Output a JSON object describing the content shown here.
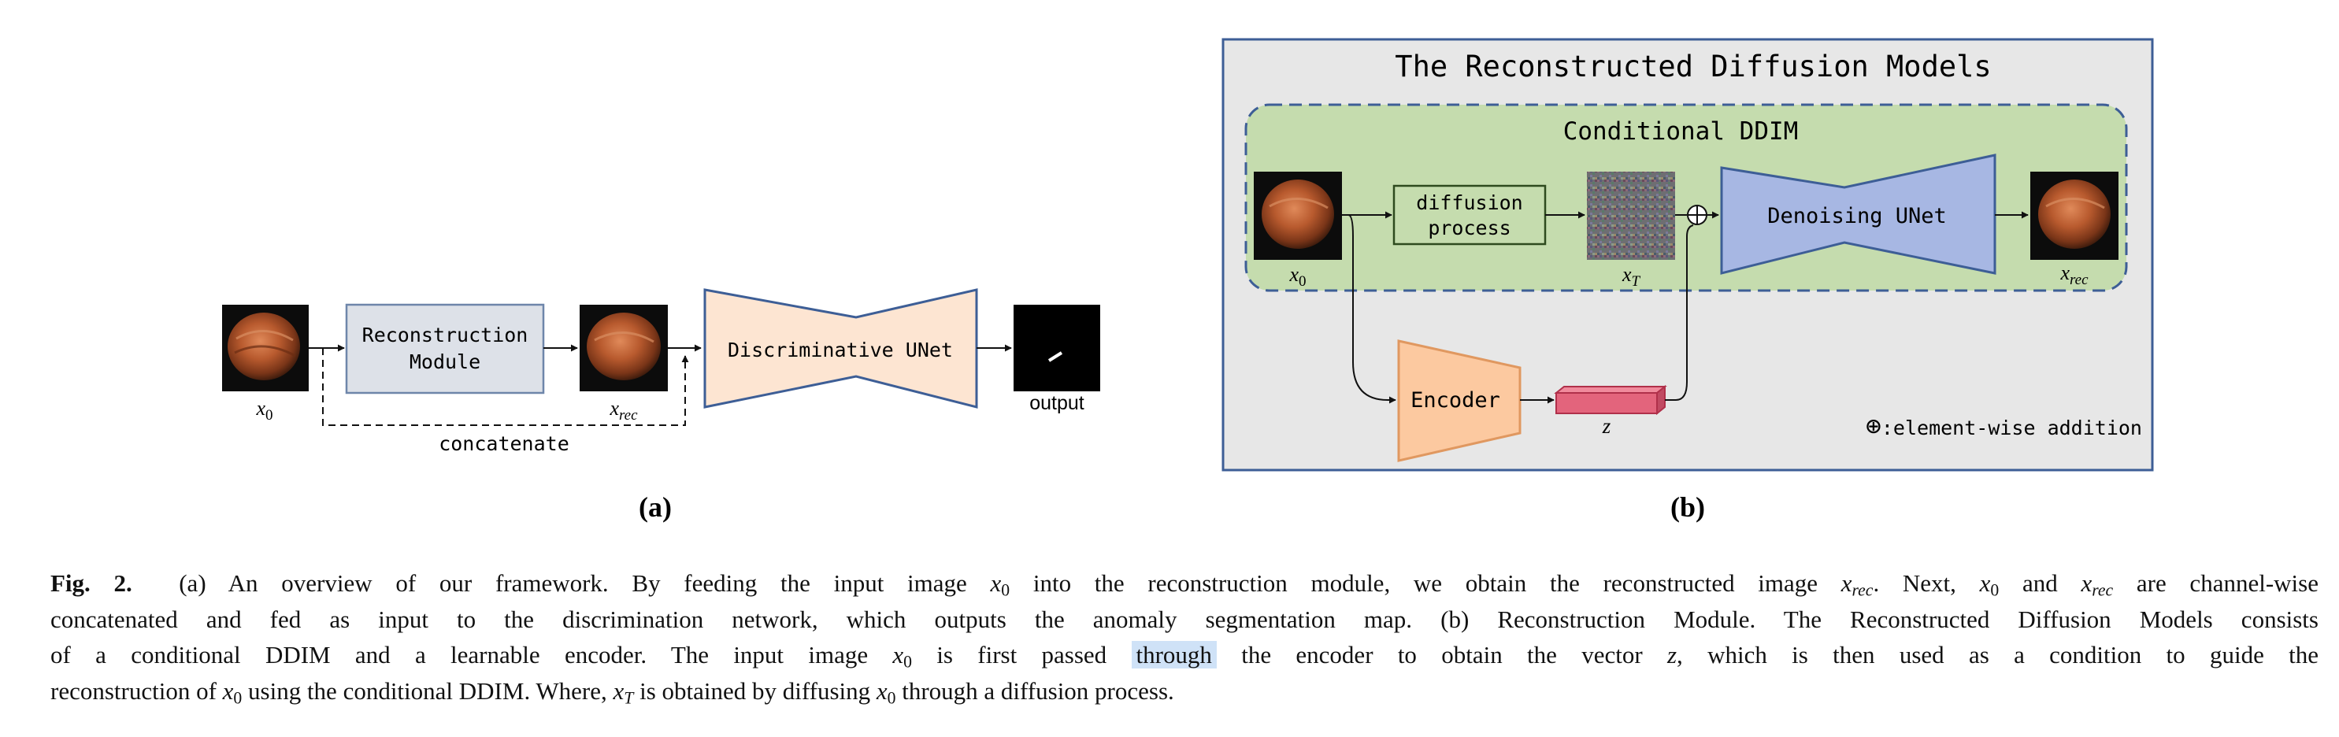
{
  "figure": {
    "panel_a": {
      "label": "(a)",
      "input_var": "x",
      "input_sub": "0",
      "recon_module_line1": "Reconstruction",
      "recon_module_line2": "Module",
      "rec_var": "x",
      "rec_sub": "rec",
      "disc_unet_label": "Discriminative UNet",
      "output_label": "output",
      "concat_label": "concatenate"
    },
    "panel_b": {
      "label": "(b)",
      "title": "The Reconstructed Diffusion Models",
      "cond_ddim_title": "Conditional DDIM",
      "input_var": "x",
      "input_sub": "0",
      "diffusion_line1": "diffusion",
      "diffusion_line2": "process",
      "noise_var": "x",
      "noise_sub": "T",
      "denoise_unet_label": "Denoising UNet",
      "rec_var": "x",
      "rec_sub": "rec",
      "encoder_label": "Encoder",
      "z_label": "z",
      "legend_symbol": "⊕",
      "legend_text": ":element-wise addition"
    }
  },
  "caption": {
    "label": "Fig. 2.",
    "l1_a": "(a) An overview of our framework. By feeding the input image ",
    "l1_b": " into the reconstruction module, we obtain the reconstructed image ",
    "l1_c": ". Next, ",
    "l1_d": " and ",
    "l1_e": " are channel-wise",
    "l2": "concatenated and fed as input to the discrimination network, which outputs the anomaly segmentation map. (b) Reconstruction Module. The Reconstructed Diffusion Models consists",
    "l3_a": "of a conditional DDIM and a learnable encoder. The input image ",
    "l3_b": " is first passed ",
    "l3_hl": "through",
    "l3_c": " the encoder to obtain the vector ",
    "l3_d": ", which is then used as a condition to guide the",
    "l4_a": "reconstruction of ",
    "l4_b": " using the conditional DDIM. Where, ",
    "l4_c": " is obtained by diffusing ",
    "l4_d": " through a diffusion process.",
    "var_x": "x",
    "sub_0": "0",
    "sub_rec": "rec",
    "sub_T": "T",
    "var_z": "z"
  }
}
